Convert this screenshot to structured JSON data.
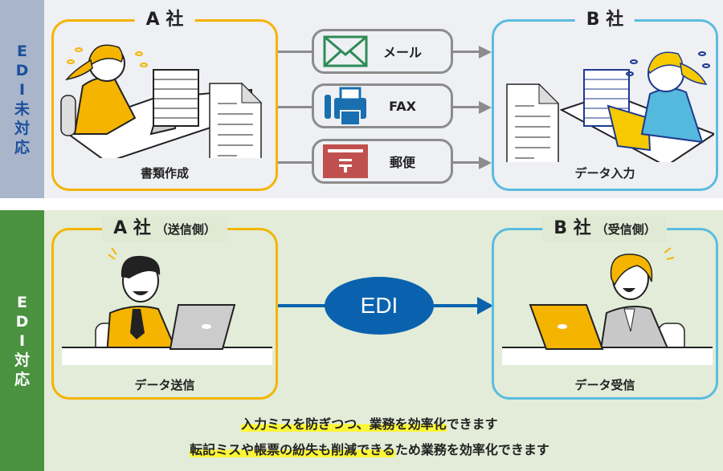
{
  "top_section": {
    "side_label": [
      "E",
      "D",
      "I",
      "未",
      "対",
      "応"
    ],
    "company_a": {
      "title": "A 社",
      "caption": "書類作成"
    },
    "company_b": {
      "title": "B 社",
      "caption": "データ入力"
    },
    "methods": [
      {
        "icon": "envelope-icon",
        "label": "メール",
        "color": "#2e8b57"
      },
      {
        "icon": "fax-icon",
        "label": "FAX",
        "color": "#1a6fb0"
      },
      {
        "icon": "postbox-icon",
        "label": "郵便",
        "color": "#c0504d"
      }
    ]
  },
  "bottom_section": {
    "side_label": [
      "E",
      "D",
      "I",
      "対",
      "応"
    ],
    "company_a": {
      "title": "A 社",
      "role": "（送信側）",
      "caption": "データ送信"
    },
    "company_b": {
      "title": "B 社",
      "role": "（受信側）",
      "caption": "データ受信"
    },
    "connector_label": "EDI",
    "summary": {
      "line1_highlight": "入力ミスを防ぎつつ、業務を効率化",
      "line1_rest": "できます",
      "line2_highlight": "転記ミスや帳票の紛失も削減できる",
      "line2_rest": "ため業務を効率化できます"
    }
  },
  "colors": {
    "company_a_border": "#f4b400",
    "company_b_border": "#5bbcdf",
    "edi_blue": "#0a62ae",
    "top_side_bar": "#a8b5cb",
    "bottom_side_bar": "#4a9140",
    "highlight": "#fbf636"
  }
}
